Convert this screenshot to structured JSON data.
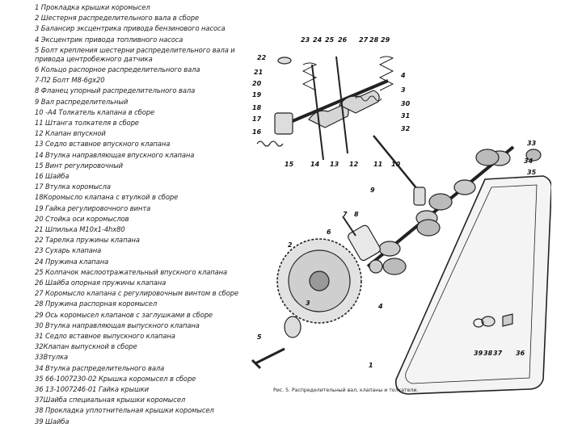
{
  "legend": [
    "1 Прокладка крышки коромысел",
    "2 Шестерня распределительного вала в сборе",
    "3 Балансир эксцентрика привода бензинового насоса",
    "4 Эксцентрик привода топливного насоса",
    "5 Болт крепления шестерни распределительного вала и привода центробежного датчика",
    "6 Кольцо распорное распределительного вала",
    "7-П2 Болт М8-6gx20",
    "8 Фланец упорный распределительного вала",
    "9 Вал распределительный",
    "10 -А4 Толкатель клапана в сборе",
    "11 Штанга толкателя в сборе",
    "12 Клапан впускной",
    "13 Седло вставное впускного клапана",
    "14 Втулка направляющая впускного клапана",
    "15  Винт регулировочный",
    "16 Шайба",
    "17 Втулка коромысла",
    "18Коромысло клапана с втулкой в сборе",
    "19 Гайка регулировочного винта",
    "20 Стойка оси коромыслов",
    "21 Шпилька М10х1-4hx80",
    "22 Тарелка пружины клапана",
    "23 Сухарь клапана",
    "24 Пружина клапана",
    "25 Колпачок маслоотражательный впускного клапана",
    "26 Шайба опорная пружины клапана",
    "27 Коромысло клапана с регулировочным винтом в сборе",
    "28  Пружина распорная коромысел",
    "29 Ось коромысел клапанов с заглушками в сборе",
    "30 Втулка направляющая выпускного клапана",
    "31 Седло вставное выпускного клапана",
    "32Клапан выпускной в сборе",
    "33Втулка",
    "34 Втулка распределительного вала",
    "35 66-1007230-02 Крышка коромысел в сборе",
    "36 13-1007246-01 Гайка крышки",
    "37Шайба специальная крышки коромысел",
    "38 Прокладка уплотнительная крышки коромысел",
    "39 Шайба"
  ],
  "figure": {
    "caption": "Рис. 5. Распределительный вал, клапаны и толкатели.",
    "callouts": [
      "1",
      "2",
      "3",
      "4",
      "5",
      "6",
      "7",
      "8",
      "9",
      "10",
      "11",
      "12",
      "13",
      "14",
      "15",
      "16",
      "17",
      "18",
      "19",
      "20",
      "21",
      "22",
      "23",
      "24",
      "25",
      "26",
      "27",
      "28",
      "29",
      "30",
      "31",
      "32",
      "33",
      "34",
      "35",
      "36",
      "37",
      "38",
      "39"
    ]
  }
}
